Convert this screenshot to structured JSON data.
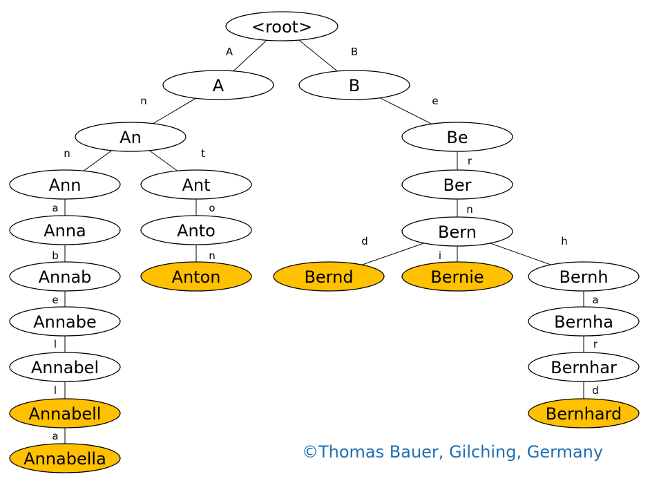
{
  "colors": {
    "terminal_fill": "#ffc000",
    "node_fill": "#ffffff",
    "stroke": "#000000",
    "copyright": "#1f6fb2"
  },
  "nodes": [
    {
      "id": "root",
      "label": "<root>",
      "terminal": false
    },
    {
      "id": "A",
      "label": "A",
      "terminal": false
    },
    {
      "id": "B",
      "label": "B",
      "terminal": false
    },
    {
      "id": "An",
      "label": "An",
      "terminal": false
    },
    {
      "id": "Be",
      "label": "Be",
      "terminal": false
    },
    {
      "id": "Ann",
      "label": "Ann",
      "terminal": false
    },
    {
      "id": "Ant",
      "label": "Ant",
      "terminal": false
    },
    {
      "id": "Ber",
      "label": "Ber",
      "terminal": false
    },
    {
      "id": "Anna",
      "label": "Anna",
      "terminal": false
    },
    {
      "id": "Anto",
      "label": "Anto",
      "terminal": false
    },
    {
      "id": "Bern",
      "label": "Bern",
      "terminal": false
    },
    {
      "id": "Annab",
      "label": "Annab",
      "terminal": false
    },
    {
      "id": "Anton",
      "label": "Anton",
      "terminal": true
    },
    {
      "id": "Bernd",
      "label": "Bernd",
      "terminal": true
    },
    {
      "id": "Bernie",
      "label": "Bernie",
      "terminal": true
    },
    {
      "id": "Bernh",
      "label": "Bernh",
      "terminal": false
    },
    {
      "id": "Annabe",
      "label": "Annabe",
      "terminal": false
    },
    {
      "id": "Bernha",
      "label": "Bernha",
      "terminal": false
    },
    {
      "id": "Annabel",
      "label": "Annabel",
      "terminal": false
    },
    {
      "id": "Bernhar",
      "label": "Bernhar",
      "terminal": false
    },
    {
      "id": "Annabell",
      "label": "Annabell",
      "terminal": true
    },
    {
      "id": "Bernhard",
      "label": "Bernhard",
      "terminal": true
    },
    {
      "id": "Annabella",
      "label": "Annabella",
      "terminal": true
    }
  ],
  "edges": [
    {
      "from": "root",
      "to": "A",
      "label": "A"
    },
    {
      "from": "root",
      "to": "B",
      "label": "B"
    },
    {
      "from": "A",
      "to": "An",
      "label": "n"
    },
    {
      "from": "B",
      "to": "Be",
      "label": "e"
    },
    {
      "from": "An",
      "to": "Ann",
      "label": "n"
    },
    {
      "from": "An",
      "to": "Ant",
      "label": "t"
    },
    {
      "from": "Be",
      "to": "Ber",
      "label": "r"
    },
    {
      "from": "Ann",
      "to": "Anna",
      "label": "a"
    },
    {
      "from": "Ant",
      "to": "Anto",
      "label": "o"
    },
    {
      "from": "Ber",
      "to": "Bern",
      "label": "n"
    },
    {
      "from": "Anna",
      "to": "Annab",
      "label": "b"
    },
    {
      "from": "Anto",
      "to": "Anton",
      "label": "n"
    },
    {
      "from": "Bern",
      "to": "Bernd",
      "label": "d"
    },
    {
      "from": "Bern",
      "to": "Bernie",
      "label": "i"
    },
    {
      "from": "Bern",
      "to": "Bernh",
      "label": "h"
    },
    {
      "from": "Annab",
      "to": "Annabe",
      "label": "e"
    },
    {
      "from": "Bernh",
      "to": "Bernha",
      "label": "a"
    },
    {
      "from": "Annabe",
      "to": "Annabel",
      "label": "l"
    },
    {
      "from": "Bernha",
      "to": "Bernhar",
      "label": "r"
    },
    {
      "from": "Annabel",
      "to": "Annabell",
      "label": "l"
    },
    {
      "from": "Bernhar",
      "to": "Bernhard",
      "label": "d"
    },
    {
      "from": "Annabell",
      "to": "Annabella",
      "label": "a"
    }
  ],
  "copyright": {
    "symbol": "©",
    "text": "Thomas Bauer, Gilching, Germany"
  }
}
